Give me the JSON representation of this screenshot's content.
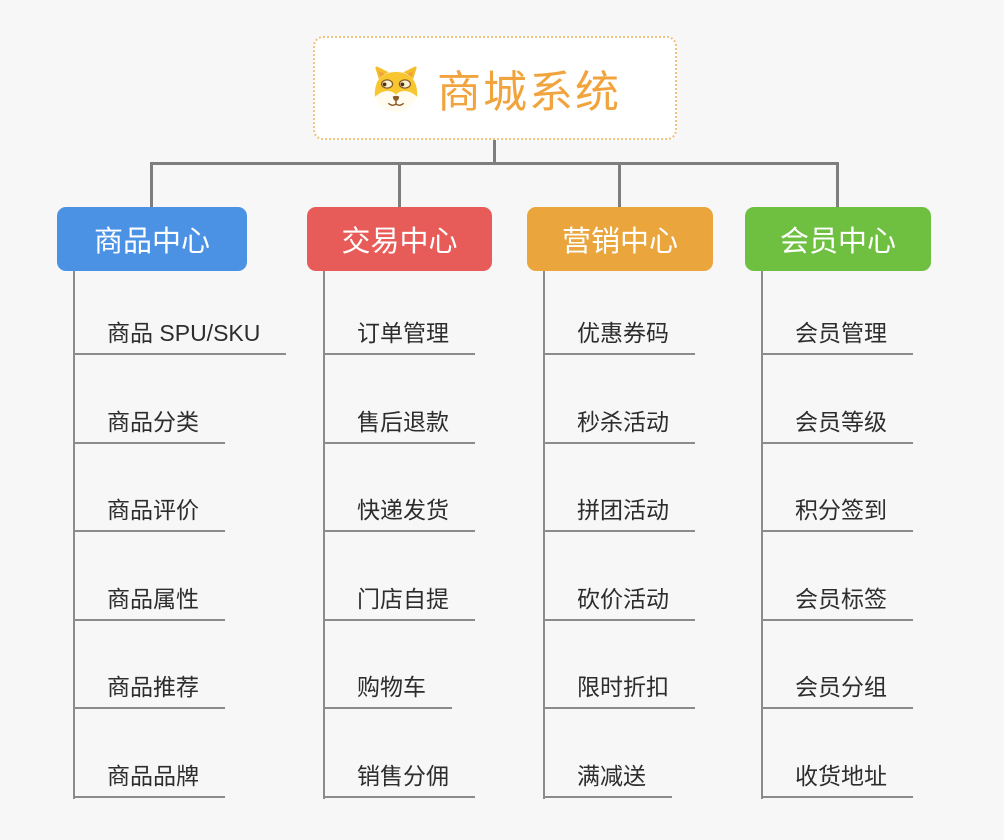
{
  "root": {
    "title": "商城系统",
    "icon": "doge-icon",
    "title_color": "#f1a43e",
    "border_color": "#f0c27e"
  },
  "branches": [
    {
      "label": "商品中心",
      "color": "#4b92e5",
      "items": [
        "商品 SPU/SKU",
        "商品分类",
        "商品评价",
        "商品属性",
        "商品推荐",
        "商品品牌"
      ]
    },
    {
      "label": "交易中心",
      "color": "#e75c58",
      "items": [
        "订单管理",
        "售后退款",
        "快递发货",
        "门店自提",
        "购物车",
        "销售分佣"
      ]
    },
    {
      "label": "营销中心",
      "color": "#eaa63c",
      "items": [
        "优惠券码",
        "秒杀活动",
        "拼团活动",
        "砍价活动",
        "限时折扣",
        "满减送"
      ]
    },
    {
      "label": "会员中心",
      "color": "#6fc040",
      "items": [
        "会员管理",
        "会员等级",
        "积分签到",
        "会员标签",
        "会员分组",
        "收货地址"
      ]
    }
  ],
  "style": {
    "background": "#f7f7f7",
    "connector_color": "#7e7e7e",
    "branch_line_color": "#8b8b8b",
    "leaf_text_color": "#2d2d2d"
  }
}
